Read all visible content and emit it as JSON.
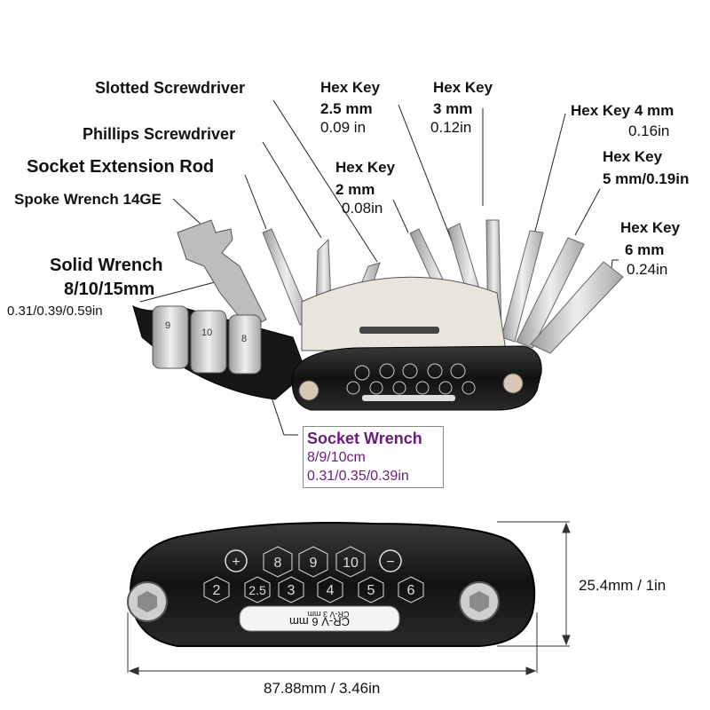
{
  "callouts": {
    "slotted_screwdriver": "Slotted Screwdriver",
    "phillips_screwdriver": "Phillips Screwdriver",
    "socket_extension_rod": "Socket Extension Rod",
    "spoke_wrench": "Spoke Wrench 14GE",
    "solid_wrench_title": "Solid Wrench",
    "solid_wrench_mm": "8/10/15mm",
    "solid_wrench_in": "0.31/0.39/0.59in",
    "hex_2_title": "Hex Key",
    "hex_2_mm": "2 mm",
    "hex_2_in": "0.08in",
    "hex_25_title": "Hex Key",
    "hex_25_mm": "2.5 mm",
    "hex_25_in": "0.09 in",
    "hex_3_title": "Hex Key",
    "hex_3_mm": "3 mm",
    "hex_3_in": "0.12in",
    "hex_4_title": "Hex Key 4 mm",
    "hex_4_in": "0.16in",
    "hex_5_title": "Hex Key",
    "hex_5_mm_in": "5 mm/0.19in",
    "hex_6_title": "Hex Key",
    "hex_6_mm": "6 mm",
    "hex_6_in": "0.24in"
  },
  "socket_wrench": {
    "title": "Socket Wrench",
    "cm": "8/9/10cm",
    "in": "0.31/0.35/0.39in"
  },
  "tool_markings": {
    "top_row": [
      "+",
      "8",
      "9",
      "10",
      "−"
    ],
    "bottom_row": [
      "2",
      "2.5",
      "3",
      "4",
      "5",
      "6"
    ],
    "engraving": "CR-V 6 mm",
    "engraving_small": "CR-V 3 mm",
    "socket_numbers": [
      "9",
      "10",
      "8"
    ]
  },
  "dimensions": {
    "height": "25.4mm / 1in",
    "width": "87.88mm / 3.46in"
  },
  "colors": {
    "body": "#141414",
    "steel": "#cfcfcf",
    "socket_label": "#6a1b7a"
  }
}
